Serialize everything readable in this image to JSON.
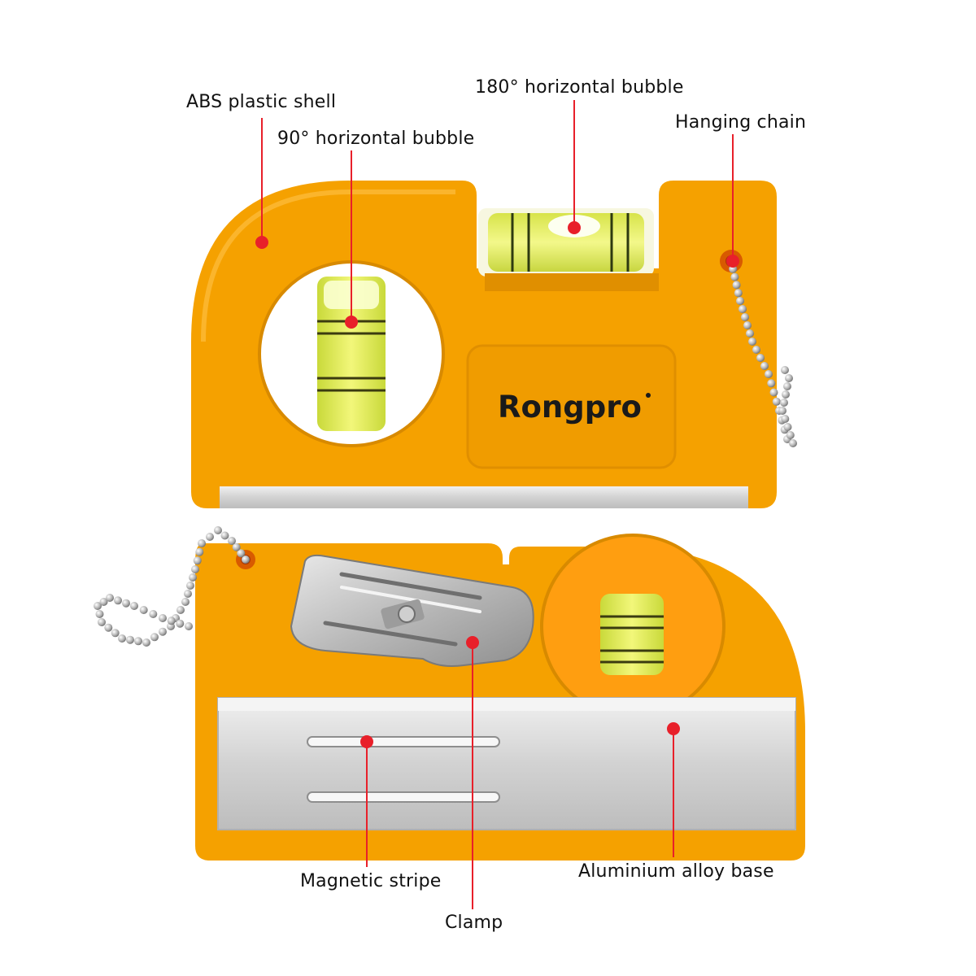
{
  "labels": {
    "abs_shell": "ABS plastic shell",
    "bubble_90": "90° horizontal bubble",
    "bubble_180": "180° horizontal bubble",
    "hanging_chain": "Hanging chain",
    "magnetic_stripe": "Magnetic stripe",
    "clamp": "Clamp",
    "aluminium_base": "Aluminium alloy base"
  },
  "brand": "Rongpro",
  "colors": {
    "shell": "#f5a100",
    "shell_light": "#ffb92e",
    "shell_dark": "#e08f00",
    "aluminium": "#d6d6d6",
    "callout": "#e8202a",
    "bubble_liquid": "#e8f25a"
  }
}
